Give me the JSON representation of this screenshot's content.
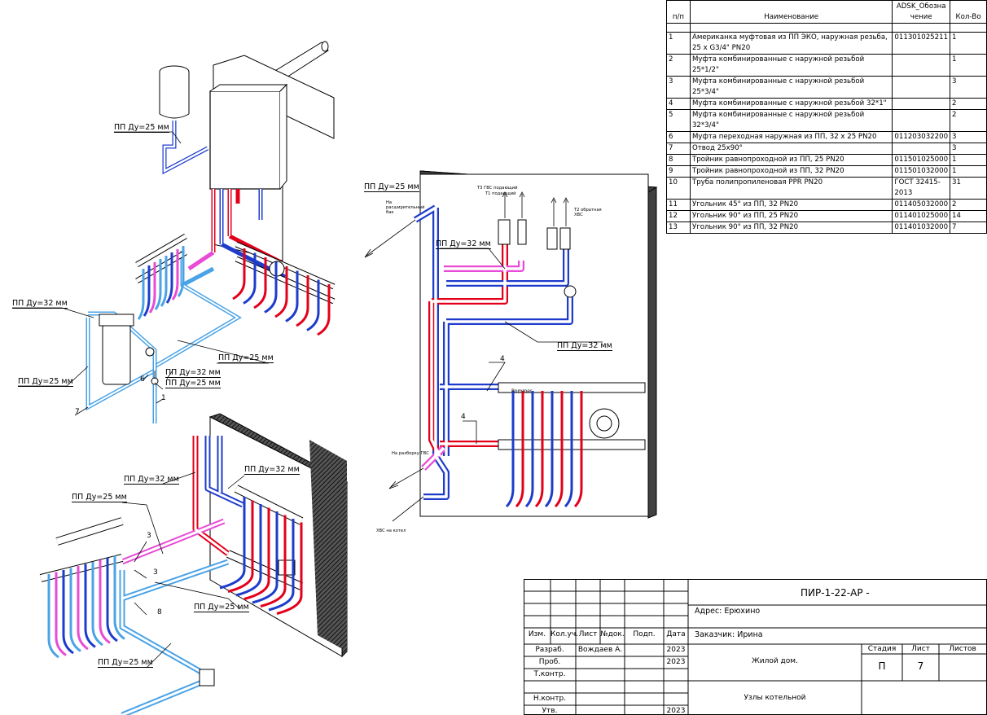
{
  "spec_table": {
    "headers": [
      "п/п",
      "Наименование",
      "ADSK_Обозначение",
      "Кол-Во"
    ],
    "rows": [
      [
        "1",
        "Американка муфтовая из ПП ЭКО, наружная резьба, 25 x G3/4\" PN20",
        "011301025211",
        "1"
      ],
      [
        "2",
        "Муфта комбинированные с наружной резьбой 25*1/2\"",
        "",
        "1"
      ],
      [
        "3",
        "Муфта комбинированные с наружной резьбой 25*3/4\"",
        "",
        "3"
      ],
      [
        "4",
        "Муфта комбинированные с наружной резьбой 32*1\"",
        "",
        "2"
      ],
      [
        "5",
        "Муфта комбинированные с наружной резьбой 32*3/4\"",
        "",
        "2"
      ],
      [
        "6",
        "Муфта переходная наружная из ПП, 32 x 25 PN20",
        "011203032200",
        "3"
      ],
      [
        "7",
        "Отвод 25x90°",
        "",
        "3"
      ],
      [
        "8",
        "Тройник равнопроходной из ПП, 25 PN20",
        "011501025000",
        "1"
      ],
      [
        "9",
        "Тройник равнопроходной из ПП, 32 PN20",
        "011501032000",
        "1"
      ],
      [
        "10",
        "Труба полипропиленовая PPR PN20",
        "ГОСТ 32415-2013",
        "31"
      ],
      [
        "11",
        "Угольник 45° из ПП, 32 PN20",
        "011405032000",
        "2"
      ],
      [
        "12",
        "Угольник 90° из ПП, 25 PN20",
        "011401025000",
        "14"
      ],
      [
        "13",
        "Угольник 90° из ПП, 32 PN20",
        "011401032000",
        "7"
      ]
    ]
  },
  "labels": {
    "pp25_tank": "ПП Ду=25 мм",
    "pp32_filter": "ПП Ду=32 мм",
    "pp25_left": "ПП Ду=25 мм",
    "pp25_mid": "ПП Ду=25 мм",
    "pp32_small": "ПП Ду=32 мм",
    "pp25_small": "ПП Ду=25 мм",
    "n7": "7",
    "n6": "6",
    "n1": "1",
    "pp25_right_top": "ПП Ду=25 мм",
    "pp32_right": "ПП Ду=32 мм",
    "pp32_right_low": "ПП Ду=32 мм",
    "n4a": "4",
    "n4b": "4",
    "expansion": "На расширительный бак",
    "t3": "Т3 ГВС подающий",
    "t1": "Т1 подающий",
    "t2": "Т2 обратная ХВС",
    "dhw": "На разборку ГВС",
    "xvs": "ХВС на котел",
    "manifold_brand": "Rommer",
    "pp32_bot": "ПП Ду=32 мм",
    "pp32_bot2": "ПП Ду=32 мм",
    "pp25_bot": "ПП Ду=25 мм",
    "n3a": "3",
    "n3b": "3",
    "n8": "8",
    "pp25_bot_mid": "ПП Ду=25 мм",
    "pp25_bot_low": "ПП Ду=25 мм"
  },
  "stamp": {
    "code": "ПИР-1-22-АР -",
    "address": "Адрес: Ерюхино",
    "customer": "Заказчик: Ирина",
    "h_izm": "Изм.",
    "h_kol": "Кол.уч.",
    "h_list": "Лист",
    "h_doc": "№док.",
    "h_sign": "Подп.",
    "h_date": "Дата",
    "razrab": "Разраб.",
    "razrab_name": "Вождаев А.",
    "razrab_date": "2023",
    "prob": "Проб.",
    "prob_date": "2023",
    "tkontr": "Т.контр.",
    "nkontr": "Н.контр.",
    "utv": "Утв.",
    "utv_date": "2023",
    "building": "Жилой дом.",
    "stage_h": "Стадия",
    "sheet_h": "Лист",
    "sheets_h": "Листов",
    "stage": "П",
    "sheet": "7",
    "sheets": "",
    "title": "Узлы котельной"
  },
  "colors": {
    "red": "#e3001b",
    "blue": "#1e3ccc",
    "lightblue": "#4aa3e6",
    "magenta": "#e84bd6",
    "pink": "#f19ed0",
    "wall": "#404040"
  }
}
